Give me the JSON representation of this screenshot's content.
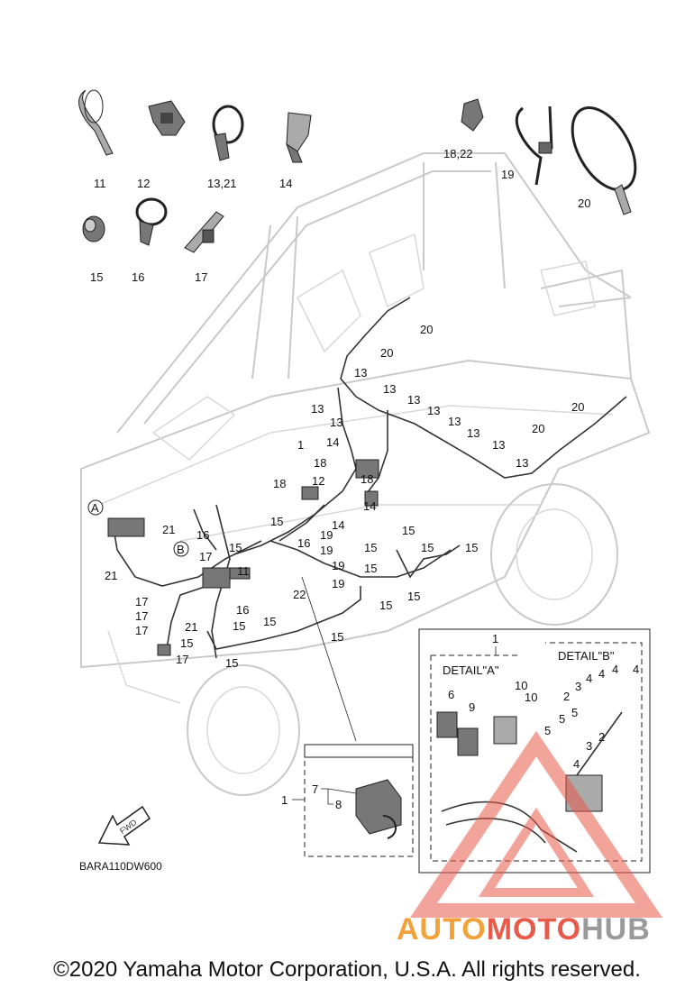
{
  "callouts": {
    "c11": "11",
    "c12": "12",
    "c13_21": "13,21",
    "c14": "14",
    "c15": "15",
    "c16": "16",
    "c17": "17",
    "c18_22": "18,22",
    "c19": "19",
    "c20": "20",
    "n1": "1",
    "n2": "2",
    "n3": "3",
    "n4": "4",
    "n5": "5",
    "n6": "6",
    "n7": "7",
    "n8": "8",
    "n9": "9",
    "n10": "10",
    "n11": "11",
    "n12": "12",
    "n13": "13",
    "n14": "14",
    "n15": "15",
    "n16": "16",
    "n17": "17",
    "n18": "18",
    "n19": "19",
    "n20": "20",
    "n21": "21",
    "n22": "22",
    "refA": "A",
    "refB": "B"
  },
  "details": {
    "detail_a": "DETAIL\"A\"",
    "detail_b": "DETAIL\"B\""
  },
  "fwd_label": "FWD",
  "drawing_code": "BARA110DW600",
  "copyright": "©2020 Yamaha Motor Corporation, U.S.A. All rights reserved.",
  "watermark": {
    "auto": "AUTO",
    "moto": "MOTO",
    "hub": "HUB"
  },
  "colors": {
    "watermark_orange": "#f2a23a",
    "watermark_red": "#e85a4a",
    "watermark_gray": "#9a9a9a"
  }
}
